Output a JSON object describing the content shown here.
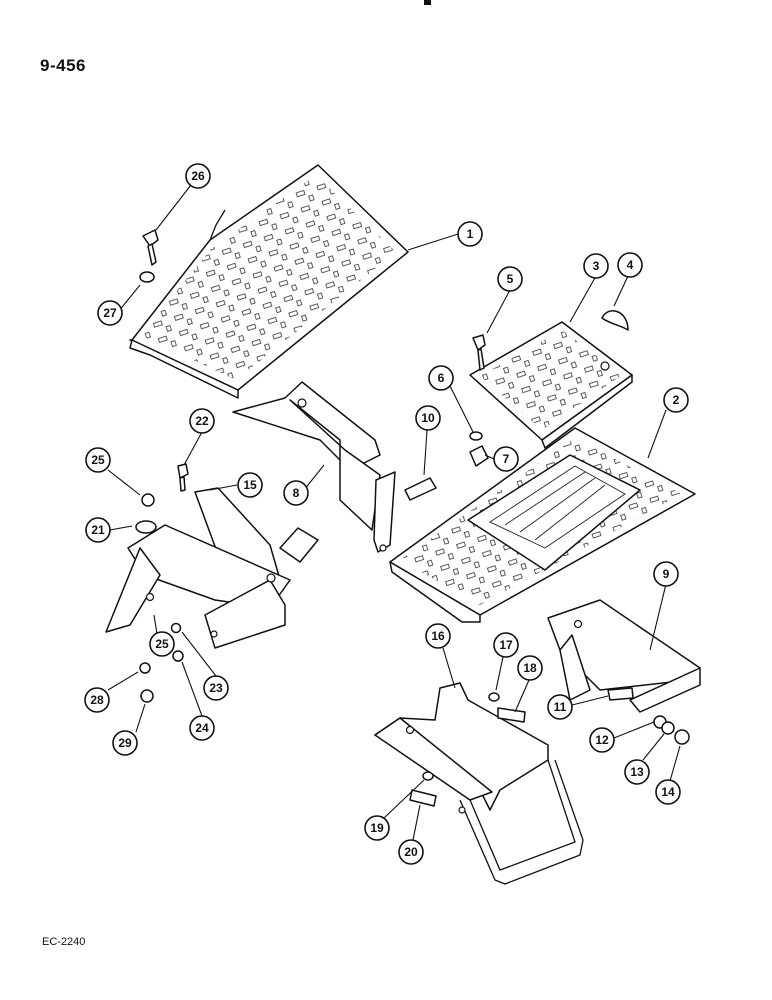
{
  "header": {
    "page_number": "9-456"
  },
  "footer": {
    "code": "EC-2240"
  },
  "callouts": [
    {
      "label": "1"
    },
    {
      "label": "2"
    },
    {
      "label": "3"
    },
    {
      "label": "4"
    },
    {
      "label": "5"
    },
    {
      "label": "6"
    },
    {
      "label": "7"
    },
    {
      "label": "8"
    },
    {
      "label": "9"
    },
    {
      "label": "10"
    },
    {
      "label": "11"
    },
    {
      "label": "12"
    },
    {
      "label": "13"
    },
    {
      "label": "14"
    },
    {
      "label": "15"
    },
    {
      "label": "16"
    },
    {
      "label": "17"
    },
    {
      "label": "18"
    },
    {
      "label": "19"
    },
    {
      "label": "20"
    },
    {
      "label": "21"
    },
    {
      "label": "22"
    },
    {
      "label": "23"
    },
    {
      "label": "24"
    },
    {
      "label": "25"
    },
    {
      "label": "25"
    },
    {
      "label": "26"
    },
    {
      "label": "27"
    },
    {
      "label": "28"
    },
    {
      "label": "29"
    }
  ]
}
